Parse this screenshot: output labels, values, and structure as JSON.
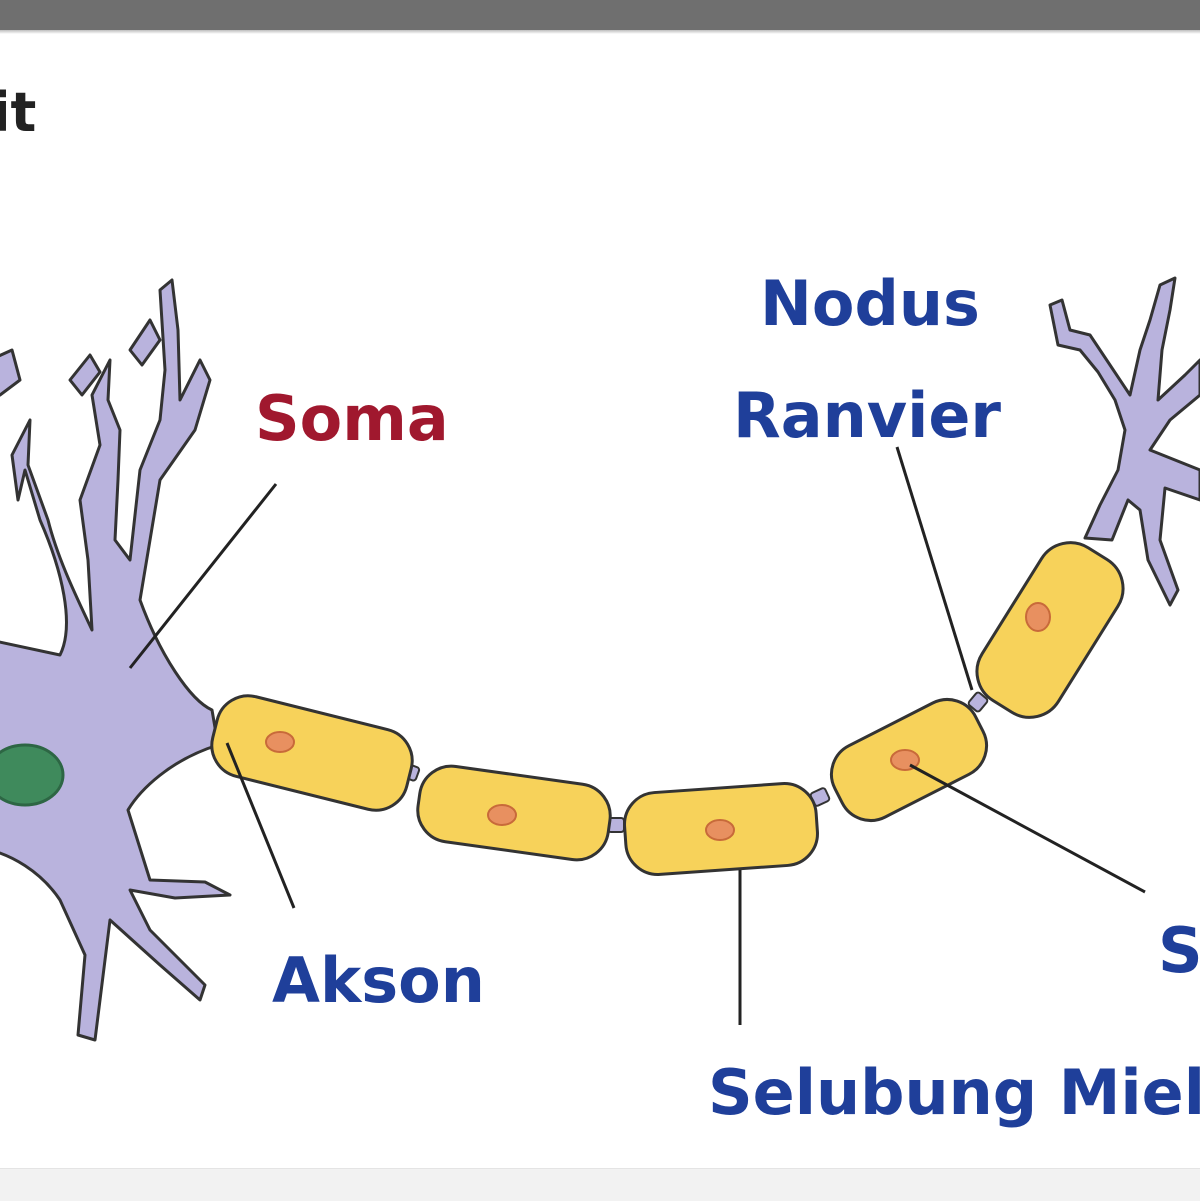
{
  "colors": {
    "top_bar": "#6f6f6f",
    "neuron_body": "#b9b3dd",
    "neuron_outline": "#333333",
    "nucleus": "#3f8a5c",
    "myelin": "#f7d25a",
    "myelin_nucleus": "#e89060",
    "label_blue": "#1f3f9a",
    "label_red": "#a0182e",
    "pointer_line": "#222222"
  },
  "heading_fragment": "it",
  "labels": {
    "soma": "Soma",
    "nodus_line1": "Nodus",
    "nodus_line2": "Ranvier",
    "akson": "Akson",
    "selubung": "Selubung Mieli",
    "sel": "S"
  },
  "icons": [
    "neuron-cell-body",
    "dendrite-branches",
    "myelin-sheath-segments",
    "axon-terminal-branches"
  ]
}
